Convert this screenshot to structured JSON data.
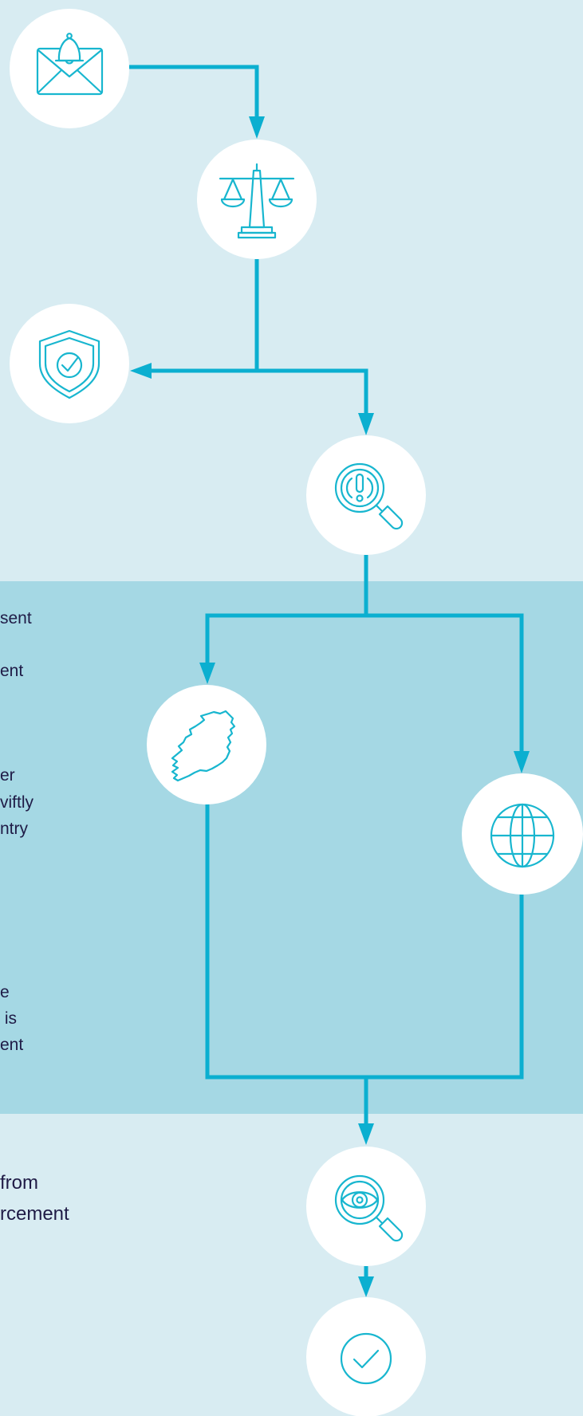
{
  "colors": {
    "background_light": "#d8ecf2",
    "band": "#a5d8e4",
    "flow_line": "#0bafd0",
    "icon_stroke": "#18b6cf",
    "node_fill": "#ffffff",
    "text": "#1f1b46"
  },
  "nodes": [
    {
      "id": "report",
      "icon": "envelope-bell-icon"
    },
    {
      "id": "assessment",
      "icon": "scales-of-justice-icon"
    },
    {
      "id": "protection",
      "icon": "shield-check-icon"
    },
    {
      "id": "investigation",
      "icon": "magnifier-exclamation-icon"
    },
    {
      "id": "ireland",
      "icon": "ireland-map-icon"
    },
    {
      "id": "international",
      "icon": "globe-icon"
    },
    {
      "id": "review",
      "icon": "magnifier-eye-icon"
    },
    {
      "id": "complete",
      "icon": "checkmark-icon"
    }
  ],
  "text_fragments": {
    "line_1": "sent",
    "line_2": "ent",
    "line_3": "er",
    "line_4": "viftly",
    "line_5": "ntry",
    "line_6": "e",
    "line_7": " is",
    "line_8": "ent",
    "line_9": "from",
    "line_10": "rcement"
  }
}
